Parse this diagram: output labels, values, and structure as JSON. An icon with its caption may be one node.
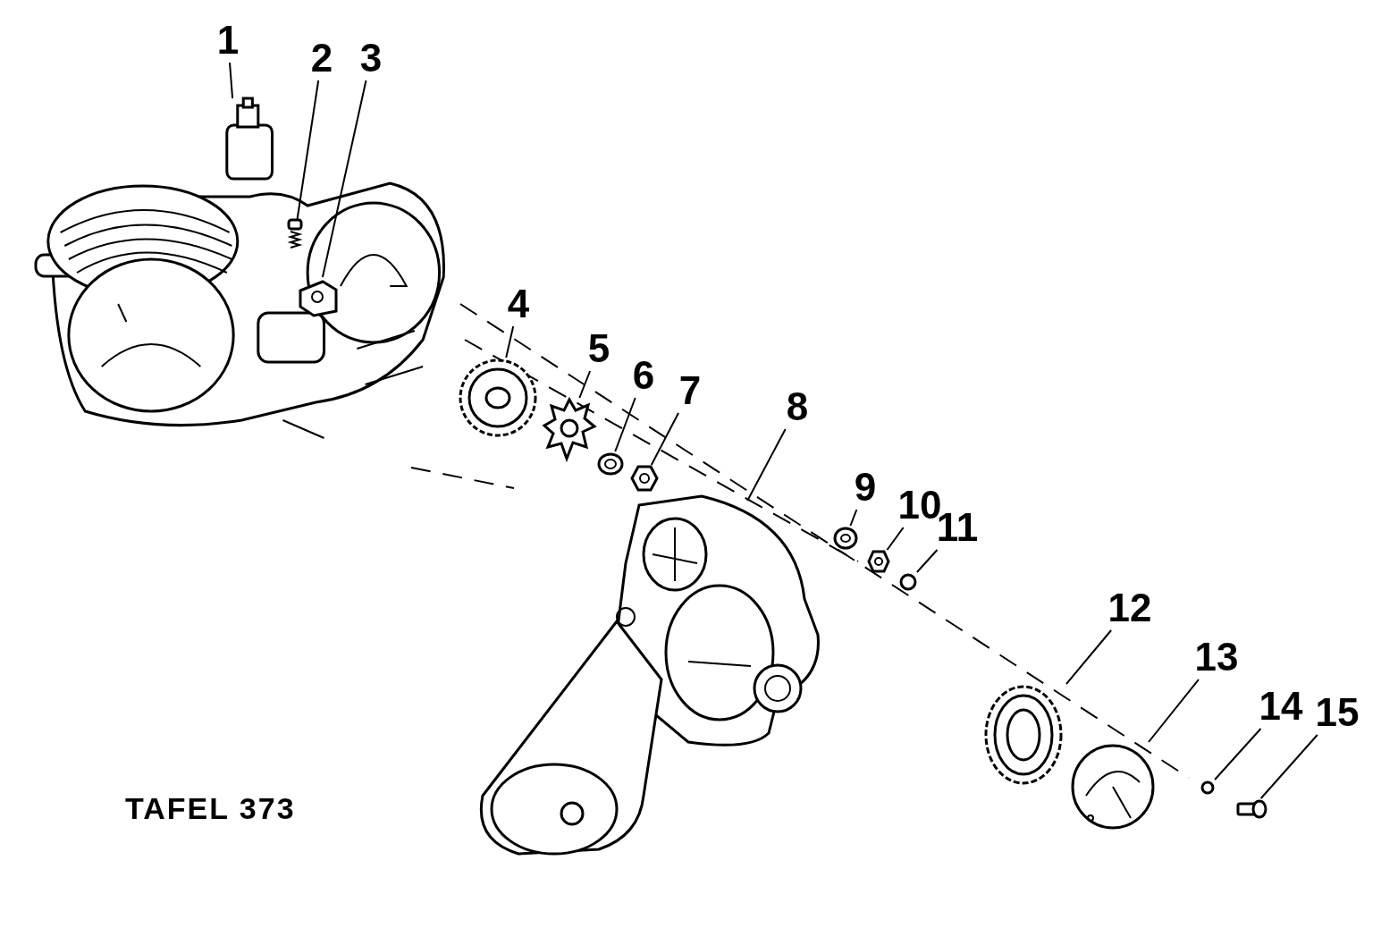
{
  "diagram": {
    "nodes": [
      {
        "text": [
          "1"
        ]
      },
      {
        "text": [
          "2"
        ]
      },
      {
        "text": [
          "3"
        ]
      },
      {
        "text": [
          "4"
        ]
      },
      {
        "text": [
          "5"
        ]
      },
      {
        "text": [
          "6"
        ]
      },
      {
        "text": [
          "7"
        ]
      },
      {
        "text": [
          "8"
        ]
      },
      {
        "text": [
          "9"
        ]
      },
      {
        "text": [
          "10"
        ]
      },
      {
        "text": [
          "11"
        ]
      },
      {
        "text": [
          "12"
        ]
      },
      {
        "text": [
          "13"
        ]
      },
      {
        "text": [
          "14"
        ]
      },
      {
        "text": [
          "15"
        ]
      },
      {
        "text": [],
        "shape": "picture"
      },
      {
        "text": [],
        "shape": "picture",
        "in": 15
      },
      {
        "text": [],
        "shape": "picture",
        "in": 15
      },
      {
        "text": [],
        "shape": "picture"
      },
      {
        "text": [],
        "shape": "picture"
      },
      {
        "text": [],
        "shape": "picture"
      },
      {
        "text": [],
        "shape": "picture"
      },
      {
        "text": [],
        "shape": "picture"
      },
      {
        "text": [],
        "shape": "picture"
      },
      {
        "text": [],
        "shape": "picture"
      },
      {
        "text": [],
        "shape": "circle"
      },
      {
        "text": [],
        "shape": "picture"
      },
      {
        "text": [],
        "shape": "picture"
      },
      {
        "text": [],
        "shape": "circle"
      },
      {
        "text": [],
        "shape": "picture"
      }
    ],
    "edges": [
      {
        "from": 0,
        "to": 15,
        "arrow": "none"
      },
      {
        "from": 1,
        "to": 16,
        "arrow": "none"
      },
      {
        "from": 2,
        "to": 17,
        "arrow": "none"
      },
      {
        "from": 3,
        "to": 18,
        "arrow": "none"
      },
      {
        "from": 4,
        "to": 19,
        "arrow": "none"
      },
      {
        "from": 5,
        "to": 20,
        "arrow": "none"
      },
      {
        "from": 6,
        "to": 21,
        "arrow": "none"
      },
      {
        "from": 7,
        "to": 22,
        "arrow": "none"
      },
      {
        "from": 8,
        "to": 23,
        "arrow": "none"
      },
      {
        "from": 9,
        "to": 24,
        "arrow": "none"
      },
      {
        "from": 10,
        "to": 25,
        "arrow": "none"
      },
      {
        "from": 11,
        "to": 26,
        "arrow": "none"
      },
      {
        "from": 12,
        "to": 27,
        "arrow": "none"
      },
      {
        "from": 13,
        "to": 28,
        "arrow": "none"
      },
      {
        "from": 14,
        "to": 29,
        "arrow": "none"
      }
    ],
    "labels": [
      "TAFEL 373"
    ]
  }
}
